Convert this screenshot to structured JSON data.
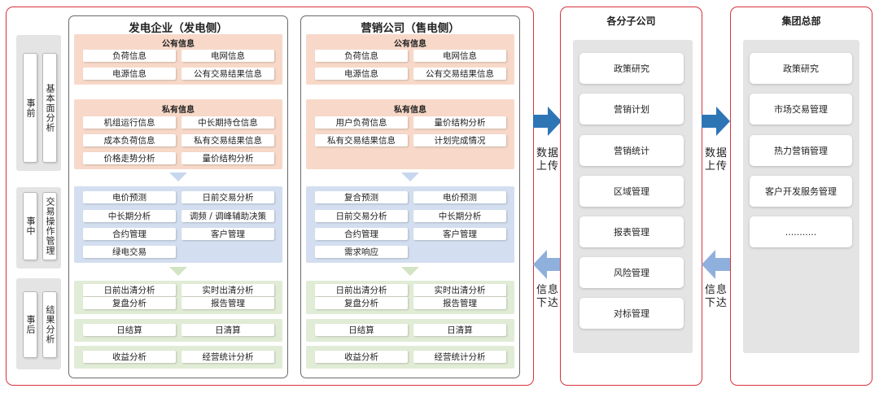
{
  "left_group": {
    "phases": [
      {
        "label": "事前",
        "name": "基本面分析"
      },
      {
        "label": "事中",
        "name": "交易操作管理"
      },
      {
        "label": "事后",
        "name": "结果分析"
      }
    ],
    "gen_column": {
      "title": "发电企业（发电侧）",
      "public_block": {
        "title": "公有信息",
        "items": [
          "负荷信息",
          "电网信息",
          "电源信息",
          "公有交易结果信息"
        ]
      },
      "private_block": {
        "title": "私有信息",
        "items": [
          "机组运行信息",
          "中长期持仓信息",
          "成本负荷信息",
          "私有交易结果信息",
          "价格走势分析",
          "量价结构分析"
        ]
      },
      "operation_items": [
        "电价预测",
        "日前交易分析",
        "中长期分析",
        "调频 / 调峰辅助决策",
        "合约管理",
        "客户管理",
        "绿电交易"
      ],
      "result_items": [
        "日前出清分析",
        "实时出清分析",
        "复盘分析",
        "报告管理"
      ],
      "settle_items": [
        "日结算",
        "日清算"
      ],
      "revenue_items": [
        "收益分析",
        "经营统计分析"
      ]
    },
    "sales_column": {
      "title": "营销公司（售电侧）",
      "public_block": {
        "title": "公有信息",
        "items": [
          "负荷信息",
          "电网信息",
          "电源信息",
          "公有交易结果信息"
        ]
      },
      "private_block": {
        "title": "私有信息",
        "items": [
          "用户负荷信息",
          "量价结构分析",
          "私有交易结果信息",
          "计划完成情况"
        ]
      },
      "operation_items": [
        "复合预测",
        "电价预测",
        "日前交易分析",
        "中长期分析",
        "合约管理",
        "客户管理",
        "需求响应"
      ],
      "result_items": [
        "日前出清分析",
        "实时出清分析",
        "复盘分析",
        "报告管理"
      ],
      "settle_items": [
        "日结算",
        "日清算"
      ],
      "revenue_items": [
        "收益分析",
        "经营统计分析"
      ]
    }
  },
  "branch": {
    "title": "各分子公司",
    "items": [
      "政策研究",
      "营销计划",
      "营销统计",
      "区域管理",
      "报表管理",
      "风险管理",
      "对标管理"
    ]
  },
  "hq": {
    "title": "集团总部",
    "items": [
      "政策研究",
      "市场交易管理",
      "热力营销管理",
      "客户开发服务管理",
      "..........."
    ]
  },
  "arrows": {
    "upload_label_1": "数据",
    "upload_label_2": "上传",
    "down_label_1": "信息",
    "down_label_2": "下达"
  },
  "colors": {
    "frame_red": "#d8323c",
    "arrow_up": "#2e75b6",
    "arrow_down": "#8fb0dc",
    "peach": "#f8d9c9",
    "blue": "#d3dff0",
    "green": "#e1ecd6"
  }
}
